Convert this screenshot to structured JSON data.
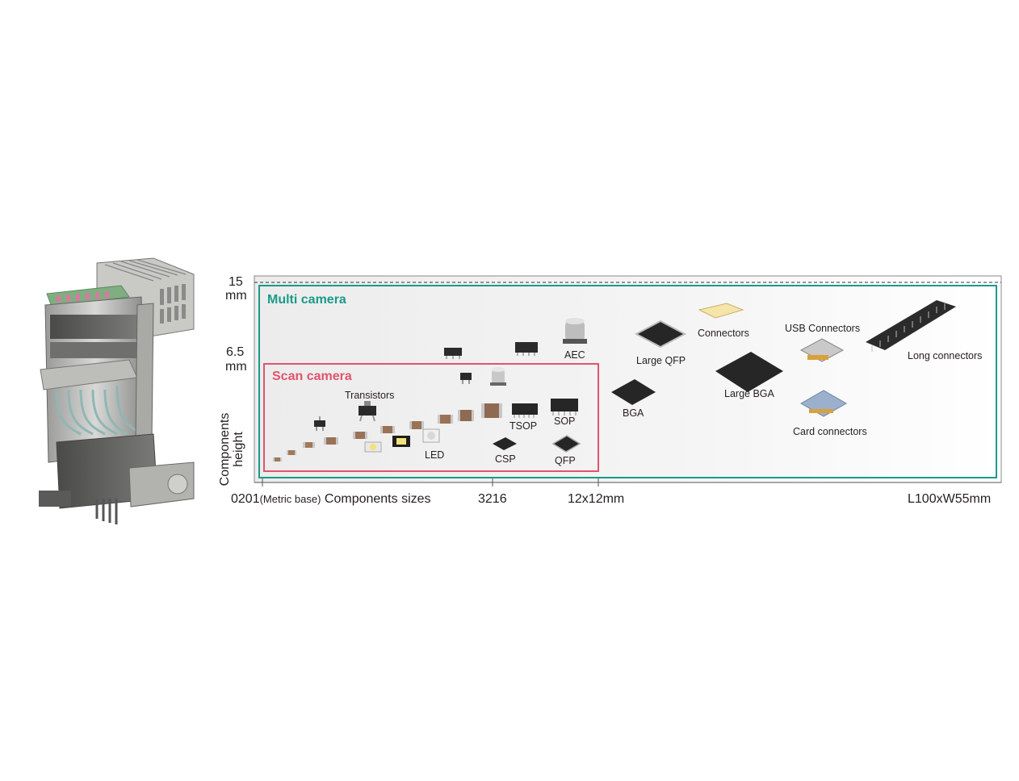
{
  "height_axis": {
    "ticks": [
      {
        "value": "15",
        "unit": "mm"
      },
      {
        "value": "6.5",
        "unit": "mm"
      }
    ],
    "title_line1": "Components",
    "title_line2": "height"
  },
  "size_axis": {
    "start_label": "0201",
    "start_note": "(Metric base)",
    "title": "Components sizes",
    "tick_3216": "3216",
    "tick_12x12": "12x12mm",
    "end_label": "L100xW55mm"
  },
  "regions": {
    "multi": {
      "title": "Multi camera",
      "color": "#1a9a8a"
    },
    "scan": {
      "title": "Scan camera",
      "color": "#e0546e"
    }
  },
  "component_labels": {
    "transistors": "Transistors",
    "led": "LED",
    "tsop": "TSOP",
    "sop": "SOP",
    "csp": "CSP",
    "qfp": "QFP",
    "aec": "AEC",
    "bga": "BGA",
    "large_qfp": "Large QFP",
    "connectors": "Connectors",
    "large_bga": "Large BGA",
    "usb_connectors": "USB Connectors",
    "card_connectors": "Card connectors",
    "long_connectors": "Long connectors"
  }
}
